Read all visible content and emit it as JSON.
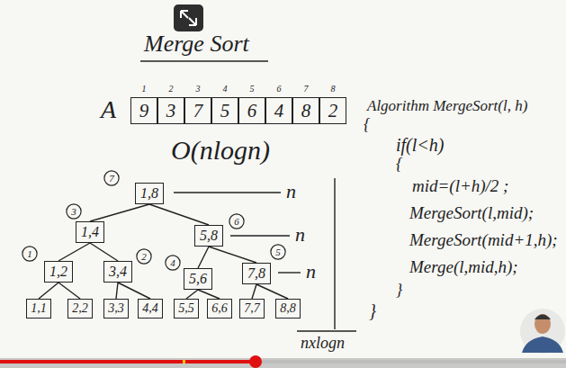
{
  "diagram": {
    "title": "Merge Sort",
    "nodes": [
      {
        "text": [
          "1",
          "9"
        ]
      },
      {
        "text": [
          "2",
          "3"
        ]
      },
      {
        "text": [
          "3",
          "7"
        ]
      },
      {
        "text": [
          "4",
          "5"
        ]
      },
      {
        "text": [
          "5",
          "6"
        ]
      },
      {
        "text": [
          "6",
          "4"
        ]
      },
      {
        "text": [
          "7",
          "8"
        ]
      },
      {
        "text": [
          "8",
          "2"
        ]
      },
      {
        "text": [
          "7"
        ]
      },
      {
        "text": [
          "1,8"
        ]
      },
      {
        "text": [
          "3"
        ]
      },
      {
        "text": [
          "1,4"
        ]
      },
      {
        "text": [
          "6"
        ]
      },
      {
        "text": [
          "5,8"
        ]
      },
      {
        "text": [
          "1"
        ]
      },
      {
        "text": [
          "1,2"
        ]
      },
      {
        "text": [
          "2"
        ]
      },
      {
        "text": [
          "3,4"
        ]
      },
      {
        "text": [
          "4"
        ]
      },
      {
        "text": [
          "5,6"
        ]
      },
      {
        "text": [
          "5"
        ]
      },
      {
        "text": [
          "7,8"
        ]
      },
      {
        "text": [
          "1,1"
        ]
      },
      {
        "text": [
          "2,2"
        ]
      },
      {
        "text": [
          "3,3"
        ]
      },
      {
        "text": [
          "4,4"
        ]
      },
      {
        "text": [
          "5,5"
        ]
      },
      {
        "text": [
          "6,6"
        ]
      },
      {
        "text": [
          "7,7"
        ]
      },
      {
        "text": [
          "8,8"
        ]
      }
    ],
    "edges": [
      {
        "from": 9,
        "to": 11,
        "arrow": "none"
      },
      {
        "from": 9,
        "to": 13,
        "arrow": "none"
      },
      {
        "from": 11,
        "to": 15,
        "arrow": "none"
      },
      {
        "from": 11,
        "to": 17,
        "arrow": "none"
      },
      {
        "from": 13,
        "to": 19,
        "arrow": "none"
      },
      {
        "from": 13,
        "to": 21,
        "arrow": "none"
      },
      {
        "from": 15,
        "to": 22,
        "arrow": "none"
      },
      {
        "from": 15,
        "to": 23,
        "arrow": "none"
      },
      {
        "from": 17,
        "to": 24,
        "arrow": "none"
      },
      {
        "from": 17,
        "to": 25,
        "arrow": "none"
      },
      {
        "from": 19,
        "to": 26,
        "arrow": "none"
      },
      {
        "from": 19,
        "to": 27,
        "arrow": "none"
      },
      {
        "from": 21,
        "to": 28,
        "arrow": "none"
      },
      {
        "from": 21,
        "to": 29,
        "arrow": "none"
      }
    ],
    "labels": [
      "A",
      "O(nlogn)",
      "n",
      "n",
      "n",
      "nxlogn",
      "Algorithm MergeSort(l, h)",
      "{",
      "if(l<h)",
      "{",
      "mid=(l+h)/2 ;",
      "MergeSort(l,mid);",
      "MergeSort(mid+1,h);",
      "Merge(l,mid,h);",
      "}",
      "}"
    ]
  }
}
